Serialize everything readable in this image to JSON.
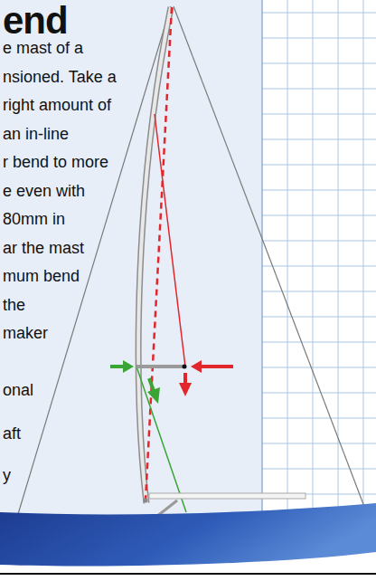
{
  "diagram": {
    "title": "end",
    "labels": [
      "e mast of a",
      "nsioned. Take a",
      "right amount of",
      "an in-line",
      "r bend to more",
      "e even with",
      "80mm in",
      "ar the mast",
      "mum bend",
      "the",
      "maker",
      "onal",
      "aft",
      "y"
    ]
  }
}
